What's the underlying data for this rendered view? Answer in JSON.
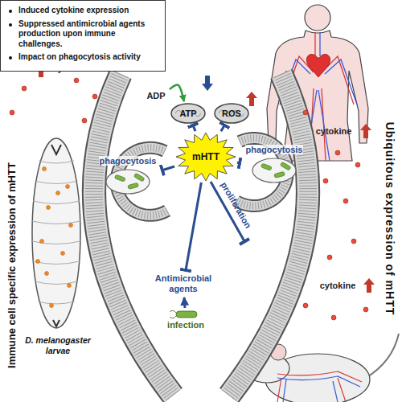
{
  "diagram": {
    "nodes": [
      {
        "text": [
          "Induced cytokine expression",
          "Suppressed antimicrobial agents production upon immune challenges.",
          "Impact on phagocytosis activity"
        ]
      },
      {
        "text": [
          "ADP"
        ]
      },
      {
        "text": [
          "ATP"
        ]
      },
      {
        "text": [
          "ROS"
        ]
      },
      {
        "text": [
          "mHTT"
        ]
      },
      {
        "text": [
          "phagocytosis"
        ]
      },
      {
        "text": [
          "phagocytosis"
        ]
      },
      {
        "text": [
          "Antimicrobial agents"
        ]
      },
      {
        "text": [
          "infection"
        ]
      }
    ],
    "edges": [
      {
        "from": 1,
        "to": 2,
        "arrow": "to"
      },
      {
        "from": 4,
        "to": 2,
        "arrow": "to"
      },
      {
        "from": 4,
        "to": 3,
        "arrow": "to"
      },
      {
        "from": 4,
        "to": 5,
        "arrow": "to"
      },
      {
        "from": 4,
        "to": 6,
        "arrow": "to"
      },
      {
        "from": 4,
        "to": 7,
        "arrow": "to"
      },
      {
        "from": 8,
        "to": 7,
        "arrow": "to"
      }
    ],
    "labels": [
      "cytokine",
      "Immune cell specific expression of mHTT",
      "proliferation",
      "D. melanogaster larvae",
      "cytokine",
      "cytokine",
      "Ubiquitous expression of mHTT"
    ]
  }
}
